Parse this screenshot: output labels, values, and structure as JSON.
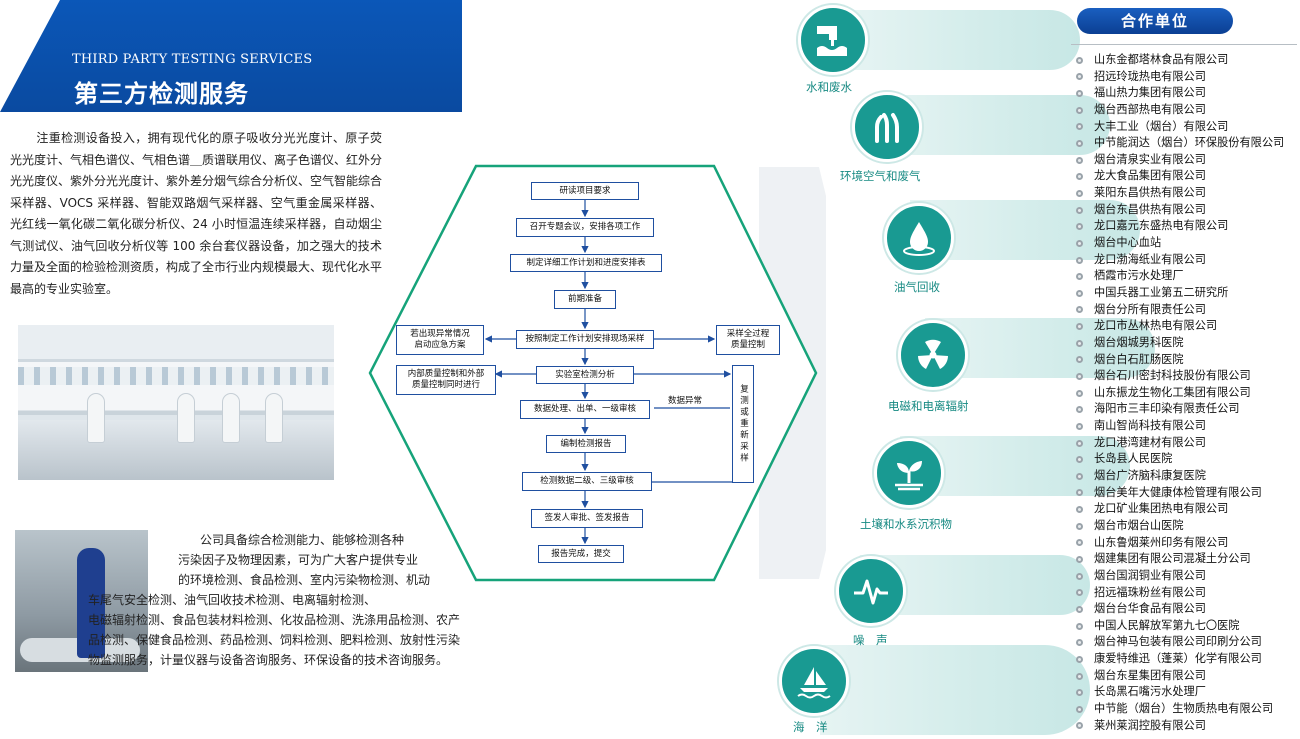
{
  "header": {
    "title_en": "THIRD PARTY TESTING SERVICES",
    "title_zh": "第三方检测服务"
  },
  "intro_text": "注重检测设备投入，拥有现代化的原子吸收分光光度计、原子荧光光度计、气相色谱仪、气相色谱＿质谱联用仪、离子色谱仪、红外分光光度仪、紫外分光光度计、紫外差分烟气综合分析仪、空气智能综合采样器、VOCS 采样器、智能双路烟气采样器、空气重金属采样器、光红线一氧化碳二氧化碳分析仪、24 小时恒温连续采样器，自动烟尘气测试仪、油气回收分析仪等 100 余台套仪器设备，加之强大的技术力量及全面的检验检测资质，构成了全市行业内规模最大、现代化水平最高的专业实验室。",
  "capability_lines": [
    "公司具备综合检测能力、能够检测各种",
    "污染因子及物理因素，可为广大客户提供专业",
    "的环境检测、食品检测、室内污染物检测、机动",
    "车尾气安全检测、油气回收技术检测、电离辐射检测、",
    "电磁辐射检测、食品包装材料检测、化妆品检测、洗涤用品检测、农产",
    "品检测、保健食品检测、药品检测、饲料检测、肥料检测、放射性污染",
    "物监测服务，计量仪器与设备咨询服务、环保设备的技术咨询服务。"
  ],
  "flowchart": {
    "steps": [
      "研读项目要求",
      "召开专题会议，安排各项工作",
      "制定详细工作计划和进度安排表",
      "前期准备",
      "按照制定工作计划安排现场采样",
      "实验室检测分析",
      "数据处理、出单、一级审核",
      "编制检测报告",
      "检测数据二级、三级审核",
      "签发人审批、签发报告",
      "报告完成，提交"
    ],
    "side_left_1": [
      "若出现异常情况",
      "启动应急方案"
    ],
    "side_right_1": [
      "采样全过程",
      "质量控制"
    ],
    "side_left_2": [
      "内部质量控制和外部",
      "质量控制同时进行"
    ],
    "abnormal_label": "数据异常",
    "retest_label": "复测或重新采样"
  },
  "services": [
    {
      "label": "水和废水",
      "icon": "water-pipe-icon"
    },
    {
      "label": "环境空气和废气",
      "icon": "smoke-icon"
    },
    {
      "label": "油气回收",
      "icon": "oil-drop-icon"
    },
    {
      "label": "电磁和电离辐射",
      "icon": "radiation-icon"
    },
    {
      "label": "土壤和水系沉积物",
      "icon": "sprout-icon"
    },
    {
      "label": "噪　声",
      "icon": "noise-wave-icon"
    },
    {
      "label": "海　洋",
      "icon": "sailboat-icon"
    }
  ],
  "partners_title": "合作单位",
  "partners": [
    "山东金都塔林食品有限公司",
    "招远玲珑热电有限公司",
    "福山热力集团有限公司",
    "烟台西部热电有限公司",
    "大丰工业（烟台）有限公司",
    "中节能润达（烟台）环保股份有限公司",
    "烟台清泉实业有限公司",
    "龙大食品集团有限公司",
    "莱阳东昌供热有限公司",
    "烟台东昌供热有限公司",
    "龙口嘉元东盛热电有限公司",
    "烟台中心血站",
    "龙口渤海纸业有限公司",
    "栖霞市污水处理厂",
    "中国兵器工业第五二研究所",
    "烟台分所有限责任公司",
    "龙口市丛林热电有限公司",
    "烟台烟城男科医院",
    "烟台白石肛肠医院",
    "烟台石川密封科技股份有限公司",
    "山东振龙生物化工集团有限公司",
    "海阳市三丰印染有限责任公司",
    "南山智尚科技有限公司",
    "龙口港湾建材有限公司",
    "长岛县人民医院",
    "烟台广济脑科康复医院",
    "烟台美年大健康体检管理有限公司",
    "龙口矿业集团热电有限公司",
    "烟台市烟台山医院",
    "山东鲁烟莱州印务有限公司",
    "烟建集团有限公司混凝土分公司",
    "烟台国润铜业有限公司",
    "招远福珠粉丝有限公司",
    "烟台台华食品有限公司",
    "中国人民解放军第九七〇医院",
    "烟台神马包装有限公司印刷分公司",
    "康爱特维迅（蓬莱）化学有限公司",
    "烟台东星集团有限公司",
    "长岛黑石嘴污水处理厂",
    "中节能（烟台）生物质热电有限公司",
    "莱州莱润控股有限公司"
  ]
}
